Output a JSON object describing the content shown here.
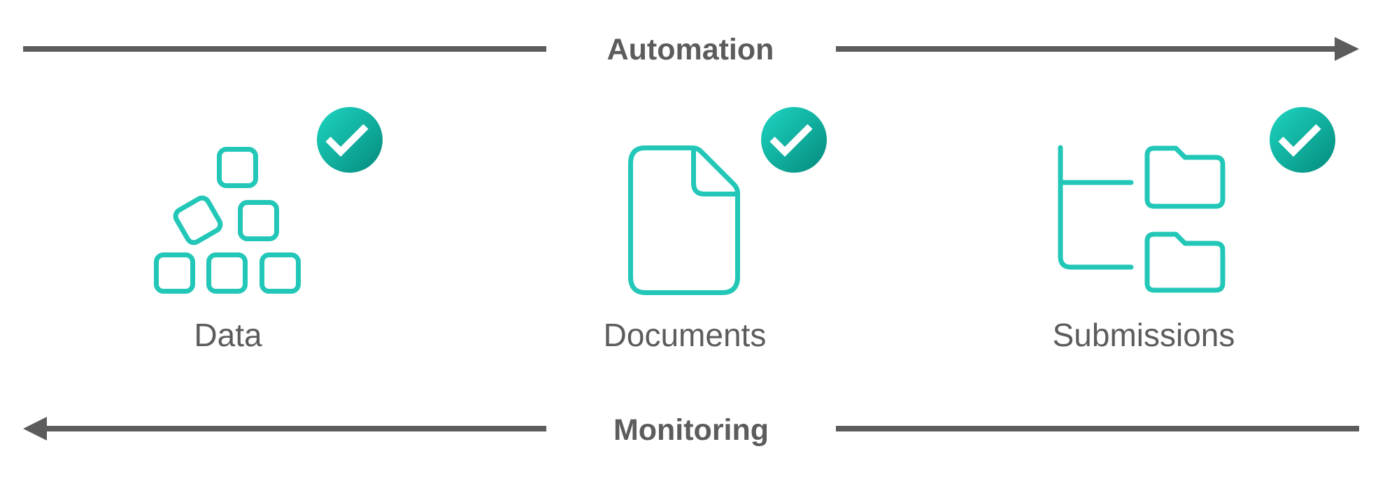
{
  "flows": {
    "top": {
      "label": "Automation",
      "direction": "right"
    },
    "bottom": {
      "label": "Monitoring",
      "direction": "left"
    }
  },
  "stages": [
    {
      "label": "Data",
      "icon": "blocks-icon",
      "status": "check-icon"
    },
    {
      "label": "Documents",
      "icon": "document-icon",
      "status": "check-icon"
    },
    {
      "label": "Submissions",
      "icon": "folder-tree-icon",
      "status": "check-icon"
    }
  ],
  "colors": {
    "arrow": "#5c5c5c",
    "icon_stroke": "#22c7b8",
    "check_gradient_start": "#1ed6c2",
    "check_gradient_end": "#048a7c",
    "text": "#5c5c5c"
  }
}
